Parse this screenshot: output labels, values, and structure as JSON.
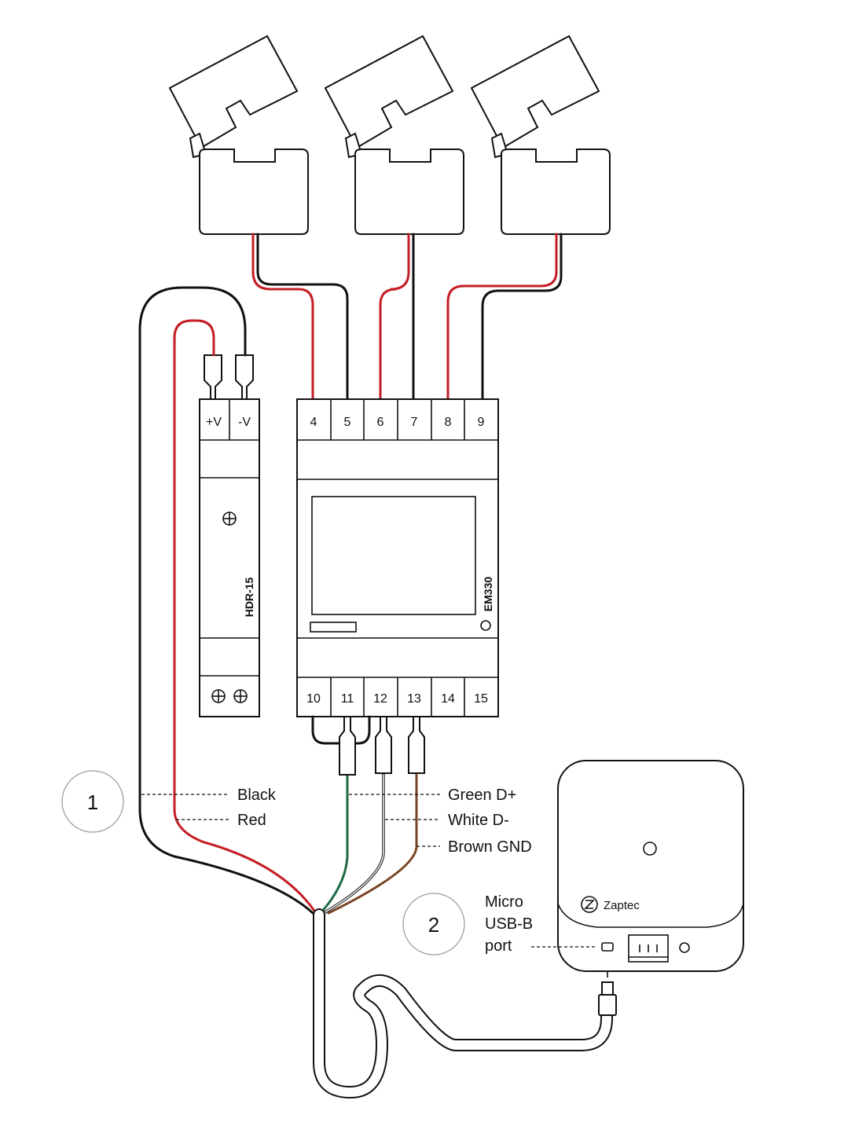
{
  "devices": {
    "meter_model": "EM330",
    "psu_model": "HDR-15",
    "psu_plus": "+V",
    "psu_minus": "-V",
    "brand": "Zaptec"
  },
  "terminals_top": [
    "4",
    "5",
    "6",
    "7",
    "8",
    "9"
  ],
  "terminals_bottom": [
    "10",
    "11",
    "12",
    "13",
    "14",
    "15"
  ],
  "wire_labels": {
    "black": "Black",
    "red": "Red",
    "green": "Green D+",
    "white": "White D-",
    "brown": "Brown GND"
  },
  "markers": {
    "step1": "1",
    "step2": "2"
  },
  "port_label": [
    "Micro",
    "USB-B",
    "port"
  ],
  "colors": {
    "red": "#c41e24",
    "black": "#111111",
    "green": "#1f6b45",
    "brown": "#7a4524",
    "outline": "#111111"
  }
}
